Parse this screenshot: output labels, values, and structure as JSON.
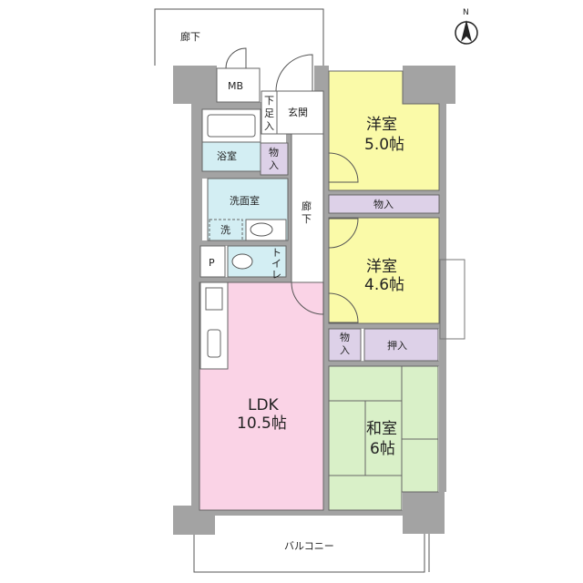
{
  "north_label": "N",
  "rooms": {
    "corridor_outside": "廊下",
    "mb": "MB",
    "shoe_storage": [
      "下",
      "足",
      "入"
    ],
    "entrance": "玄関",
    "bath": "浴室",
    "storage_small_1": [
      "物",
      "入"
    ],
    "washroom": "洗面室",
    "washer": "洗",
    "hall": [
      "廊",
      "下"
    ],
    "pipe_space": "P",
    "toilet": [
      "ト",
      "イ",
      "レ"
    ],
    "western_1": {
      "name": "洋室",
      "size": "5.0帖"
    },
    "storage_mid": "物入",
    "western_2": {
      "name": "洋室",
      "size": "4.6帖"
    },
    "storage_small_2": [
      "物",
      "入"
    ],
    "closet": "押入",
    "ldk": {
      "name": "LDK",
      "size": "10.5帖"
    },
    "japanese": {
      "name": "和室",
      "size": "6帖"
    },
    "balcony": "バルコニー"
  },
  "colors": {
    "western": "#fafaa8",
    "storage": "#ddd1e8",
    "wet": "#d3eef3",
    "ldk": "#fad3e6",
    "japanese": "#d9f0c8",
    "wall": "#a3a3a3"
  }
}
